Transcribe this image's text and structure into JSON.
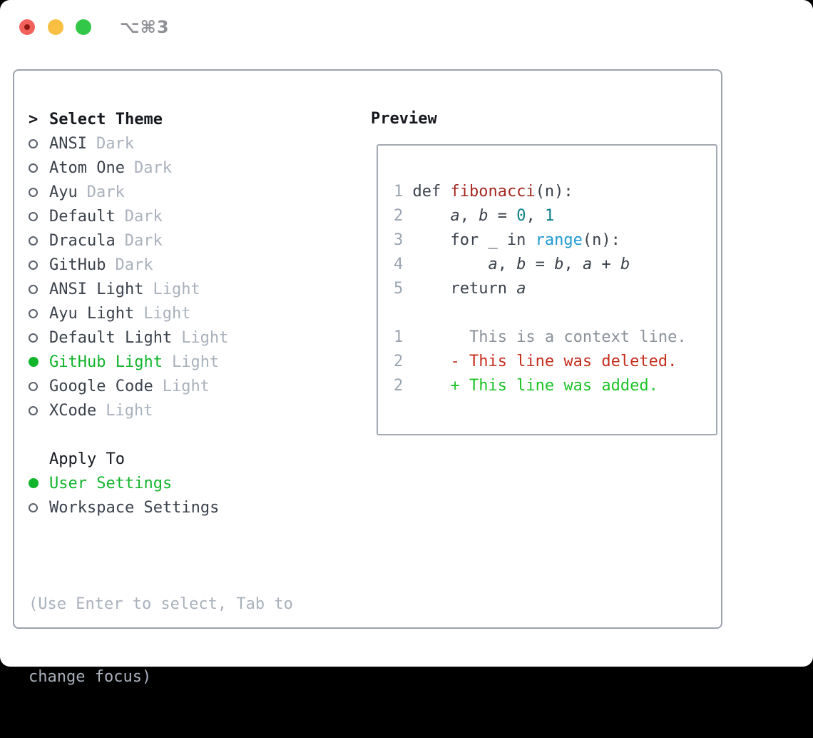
{
  "window": {
    "title": "⌥⌘3"
  },
  "colors": {
    "traffic_red": "#f2625a",
    "traffic_red_dot": "#8c1a10",
    "traffic_yellow": "#f8bf42",
    "traffic_green": "#32c748",
    "title_gray": "#8f9196",
    "panel_border": "#9aa2ad",
    "text_dark": "#3b424c",
    "text_black": "#15181e",
    "muted": "#a9b1bc",
    "selection_green": "#12b42c",
    "lineno": "#9aa4b0",
    "code_text": "#3b424c",
    "function_red": "#a52a21",
    "number_teal": "#0e8089",
    "builtin_blue": "#1e9ad2",
    "context_gray": "#8a919a",
    "deleted_red": "#c52f1e",
    "added_green": "#1dc327"
  },
  "theme_selector": {
    "prompt": ">",
    "header": "Select Theme",
    "items": [
      {
        "label": "ANSI",
        "tag": "Dark",
        "selected": false
      },
      {
        "label": "Atom One",
        "tag": "Dark",
        "selected": false
      },
      {
        "label": "Ayu",
        "tag": "Dark",
        "selected": false
      },
      {
        "label": "Default",
        "tag": "Dark",
        "selected": false
      },
      {
        "label": "Dracula",
        "tag": "Dark",
        "selected": false
      },
      {
        "label": "GitHub",
        "tag": "Dark",
        "selected": false
      },
      {
        "label": "ANSI Light",
        "tag": "Light",
        "selected": false
      },
      {
        "label": "Ayu Light",
        "tag": "Light",
        "selected": false
      },
      {
        "label": "Default Light",
        "tag": "Light",
        "selected": false
      },
      {
        "label": "GitHub Light",
        "tag": "Light",
        "selected": true
      },
      {
        "label": "Google Code",
        "tag": "Light",
        "selected": false
      },
      {
        "label": "XCode",
        "tag": "Light",
        "selected": false
      }
    ]
  },
  "apply_to": {
    "header": "Apply To",
    "items": [
      {
        "label": "User Settings",
        "selected": true
      },
      {
        "label": "Workspace Settings",
        "selected": false
      }
    ]
  },
  "hint": {
    "lines": [
      "(Use Enter to select, Tab to",
      "change focus)"
    ]
  },
  "preview": {
    "header": "Preview",
    "lines": [
      {
        "num": "1",
        "segments": [
          {
            "t": "def ",
            "c": "plain"
          },
          {
            "t": "fibonacci",
            "c": "fn"
          },
          {
            "t": "(n):",
            "c": "plain"
          }
        ]
      },
      {
        "num": "2",
        "segments": [
          {
            "t": "    ",
            "c": "plain"
          },
          {
            "t": "a",
            "c": "var"
          },
          {
            "t": ", ",
            "c": "plain"
          },
          {
            "t": "b",
            "c": "var"
          },
          {
            "t": " = ",
            "c": "plain"
          },
          {
            "t": "0",
            "c": "numlit"
          },
          {
            "t": ", ",
            "c": "plain"
          },
          {
            "t": "1",
            "c": "numlit"
          }
        ]
      },
      {
        "num": "3",
        "segments": [
          {
            "t": "    for _ in ",
            "c": "plain"
          },
          {
            "t": "range",
            "c": "builtin"
          },
          {
            "t": "(n):",
            "c": "plain"
          }
        ]
      },
      {
        "num": "4",
        "segments": [
          {
            "t": "        ",
            "c": "plain"
          },
          {
            "t": "a",
            "c": "var"
          },
          {
            "t": ", ",
            "c": "plain"
          },
          {
            "t": "b",
            "c": "var"
          },
          {
            "t": " = ",
            "c": "plain"
          },
          {
            "t": "b",
            "c": "var"
          },
          {
            "t": ", ",
            "c": "plain"
          },
          {
            "t": "a",
            "c": "var"
          },
          {
            "t": " + ",
            "c": "plain"
          },
          {
            "t": "b",
            "c": "var"
          }
        ]
      },
      {
        "num": "5",
        "segments": [
          {
            "t": "    return ",
            "c": "plain"
          },
          {
            "t": "a",
            "c": "var"
          }
        ]
      },
      {
        "blank": true
      },
      {
        "num": "1",
        "segments": [
          {
            "t": "      This is a context line.",
            "c": "ctx"
          }
        ]
      },
      {
        "num": "2",
        "segments": [
          {
            "t": "    - This line was deleted.",
            "c": "del"
          }
        ]
      },
      {
        "num": "2",
        "segments": [
          {
            "t": "    + This line was added.",
            "c": "add"
          }
        ]
      }
    ]
  }
}
